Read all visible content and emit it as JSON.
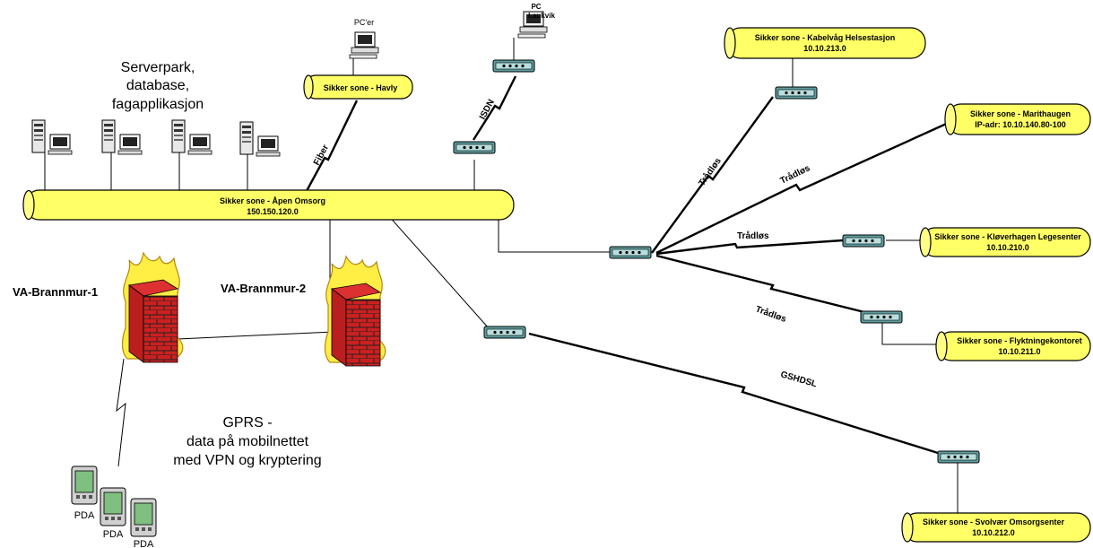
{
  "main_bus": {
    "name": "Sikker sone -  Åpen Omsorg",
    "ip": "150.150.120.0"
  },
  "server_park": [
    "Serverpark,",
    "database,",
    "fagapplikasjon"
  ],
  "pc_labels": {
    "pcer": "PC'er",
    "laukvik_1": "PC",
    "laukvik_2": "Laukvik"
  },
  "zones": {
    "havly": {
      "name": "Sikker sone - Havly"
    },
    "kabelvag": {
      "name": "Sikker sone - Kabelvåg Helsestasjon",
      "ip": "10.10.213.0"
    },
    "marithaugen": {
      "name": "Sikker sone - Marithaugen",
      "ip": "IP-adr: 10.10.140.80-100"
    },
    "kloverhagen": {
      "name": "Sikker sone - Kløverhagen  Legesenter",
      "ip": "10.10.210.0"
    },
    "flyktning": {
      "name": "Sikker sone - Flyktningekontoret",
      "ip": "10.10.211.0"
    },
    "svolvaer": {
      "name": "Sikker sone - Svolvær Omsorgsenter",
      "ip": "10.10.212.0"
    }
  },
  "links": {
    "fiber": "Fiber",
    "isdn": "ISDN",
    "tradlos_1": "Trådløs",
    "tradlos_2": "Trådløs",
    "tradlos_3": "Trådløs",
    "tradlos_4": "Trådløs",
    "gshdsl": "GSHDSL"
  },
  "firewalls": {
    "fw1": "VA-Brannmur-1",
    "fw2": "VA-Brannmur-2"
  },
  "gprs": [
    "GPRS -",
    "data på mobilnettet",
    "med VPN og kryptering"
  ],
  "pda_label": "PDA",
  "colors": {
    "zone_fill": "#ffff66",
    "brick": "#cc2222",
    "flame": "#ffee33",
    "modem": "#2e8b8b"
  }
}
